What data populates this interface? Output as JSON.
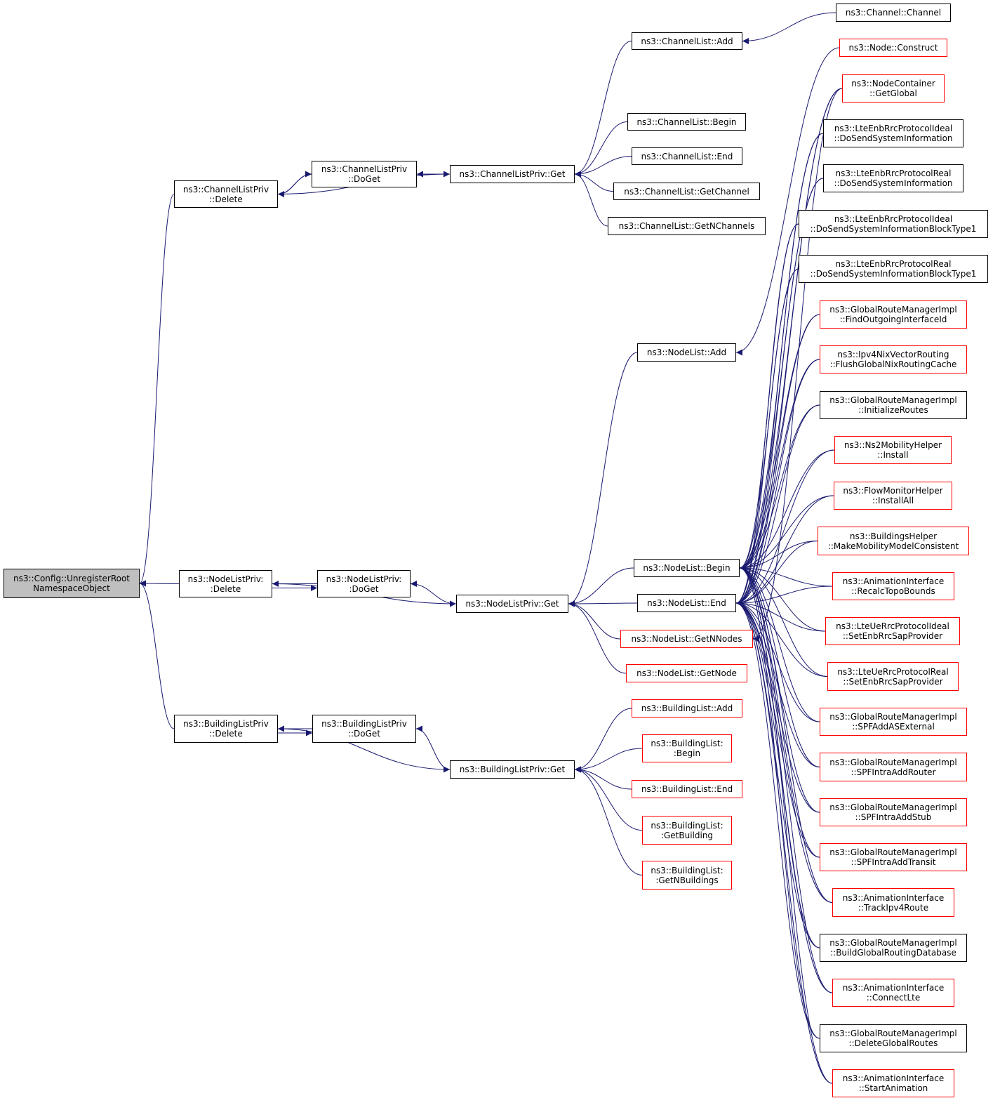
{
  "diagram": {
    "type": "call-graph",
    "colors": {
      "edge": "#191970",
      "node_border": "#000000",
      "node_border_incomplete": "#ff0000",
      "root_fill": "#bfbfbf",
      "background": "#ffffff"
    },
    "nodes": [
      {
        "id": "root",
        "lines": [
          "ns3::Config::UnregisterRoot",
          "NamespaceObject"
        ],
        "style": "grey"
      },
      {
        "id": "clp_delete",
        "lines": [
          "ns3::ChannelListPriv",
          "::Delete"
        ],
        "style": "black"
      },
      {
        "id": "nlp_delete",
        "lines": [
          "ns3::NodeListPriv:",
          ":Delete"
        ],
        "style": "black"
      },
      {
        "id": "blp_delete",
        "lines": [
          "ns3::BuildingListPriv",
          "::Delete"
        ],
        "style": "black"
      },
      {
        "id": "clp_doget",
        "lines": [
          "ns3::ChannelListPriv",
          "::DoGet"
        ],
        "style": "black"
      },
      {
        "id": "nlp_doget",
        "lines": [
          "ns3::NodeListPriv:",
          ":DoGet"
        ],
        "style": "black"
      },
      {
        "id": "blp_doget",
        "lines": [
          "ns3::BuildingListPriv",
          "::DoGet"
        ],
        "style": "black"
      },
      {
        "id": "clp_get",
        "lines": [
          "ns3::ChannelListPriv::Get"
        ],
        "style": "black"
      },
      {
        "id": "nlp_get",
        "lines": [
          "ns3::NodeListPriv::Get"
        ],
        "style": "black"
      },
      {
        "id": "blp_get",
        "lines": [
          "ns3::BuildingListPriv::Get"
        ],
        "style": "black"
      },
      {
        "id": "cl_add",
        "lines": [
          "ns3::ChannelList::Add"
        ],
        "style": "black"
      },
      {
        "id": "cl_begin",
        "lines": [
          "ns3::ChannelList::Begin"
        ],
        "style": "black"
      },
      {
        "id": "cl_end",
        "lines": [
          "ns3::ChannelList::End"
        ],
        "style": "black"
      },
      {
        "id": "cl_getchannel",
        "lines": [
          "ns3::ChannelList::GetChannel"
        ],
        "style": "black"
      },
      {
        "id": "cl_getn",
        "lines": [
          "ns3::ChannelList::GetNChannels"
        ],
        "style": "black"
      },
      {
        "id": "nl_add",
        "lines": [
          "ns3::NodeList::Add"
        ],
        "style": "black"
      },
      {
        "id": "nl_begin",
        "lines": [
          "ns3::NodeList::Begin"
        ],
        "style": "black"
      },
      {
        "id": "nl_end",
        "lines": [
          "ns3::NodeList::End"
        ],
        "style": "black"
      },
      {
        "id": "nl_getn",
        "lines": [
          "ns3::NodeList::GetNNodes"
        ],
        "style": "red"
      },
      {
        "id": "nl_getnode",
        "lines": [
          "ns3::NodeList::GetNode"
        ],
        "style": "red"
      },
      {
        "id": "bl_add",
        "lines": [
          "ns3::BuildingList::Add"
        ],
        "style": "red"
      },
      {
        "id": "bl_begin",
        "lines": [
          "ns3::BuildingList:",
          ":Begin"
        ],
        "style": "red"
      },
      {
        "id": "bl_end",
        "lines": [
          "ns3::BuildingList::End"
        ],
        "style": "red"
      },
      {
        "id": "bl_getbuilding",
        "lines": [
          "ns3::BuildingList:",
          ":GetBuilding"
        ],
        "style": "red"
      },
      {
        "id": "bl_getn",
        "lines": [
          "ns3::BuildingList:",
          ":GetNBuildings"
        ],
        "style": "red"
      },
      {
        "id": "channel_channel",
        "lines": [
          "ns3::Channel::Channel"
        ],
        "style": "black"
      },
      {
        "id": "node_construct",
        "lines": [
          "ns3::Node::Construct"
        ],
        "style": "red"
      },
      {
        "id": "nodecontainer_getglobal",
        "lines": [
          "ns3::NodeContainer",
          "::GetGlobal"
        ],
        "style": "red"
      },
      {
        "id": "r1",
        "lines": [
          "ns3::LteEnbRrcProtocolIdeal",
          "::DoSendSystemInformation"
        ],
        "style": "black"
      },
      {
        "id": "r2",
        "lines": [
          "ns3::LteEnbRrcProtocolReal",
          "::DoSendSystemInformation"
        ],
        "style": "black"
      },
      {
        "id": "r3",
        "lines": [
          "ns3::LteEnbRrcProtocolIdeal",
          "::DoSendSystemInformationBlockType1"
        ],
        "style": "black"
      },
      {
        "id": "r4",
        "lines": [
          "ns3::LteEnbRrcProtocolReal",
          "::DoSendSystemInformationBlockType1"
        ],
        "style": "black"
      },
      {
        "id": "r5",
        "lines": [
          "ns3::GlobalRouteManagerImpl",
          "::FindOutgoingInterfaceId"
        ],
        "style": "red"
      },
      {
        "id": "r6",
        "lines": [
          "ns3::Ipv4NixVectorRouting",
          "::FlushGlobalNixRoutingCache"
        ],
        "style": "red"
      },
      {
        "id": "r7",
        "lines": [
          "ns3::GlobalRouteManagerImpl",
          "::InitializeRoutes"
        ],
        "style": "black"
      },
      {
        "id": "r8",
        "lines": [
          "ns3::Ns2MobilityHelper",
          "::Install"
        ],
        "style": "red"
      },
      {
        "id": "r9",
        "lines": [
          "ns3::FlowMonitorHelper",
          "::InstallAll"
        ],
        "style": "red"
      },
      {
        "id": "r10",
        "lines": [
          "ns3::BuildingsHelper",
          "::MakeMobilityModelConsistent"
        ],
        "style": "red"
      },
      {
        "id": "r11",
        "lines": [
          "ns3::AnimationInterface",
          "::RecalcTopoBounds"
        ],
        "style": "red"
      },
      {
        "id": "r12",
        "lines": [
          "ns3::LteUeRrcProtocolIdeal",
          "::SetEnbRrcSapProvider"
        ],
        "style": "red"
      },
      {
        "id": "r13",
        "lines": [
          "ns3::LteUeRrcProtocolReal",
          "::SetEnbRrcSapProvider"
        ],
        "style": "red"
      },
      {
        "id": "r14",
        "lines": [
          "ns3::GlobalRouteManagerImpl",
          "::SPFAddASExternal"
        ],
        "style": "red"
      },
      {
        "id": "r15",
        "lines": [
          "ns3::GlobalRouteManagerImpl",
          "::SPFIntraAddRouter"
        ],
        "style": "red"
      },
      {
        "id": "r16",
        "lines": [
          "ns3::GlobalRouteManagerImpl",
          "::SPFIntraAddStub"
        ],
        "style": "red"
      },
      {
        "id": "r17",
        "lines": [
          "ns3::GlobalRouteManagerImpl",
          "::SPFIntraAddTransit"
        ],
        "style": "red"
      },
      {
        "id": "r18",
        "lines": [
          "ns3::AnimationInterface",
          "::TrackIpv4Route"
        ],
        "style": "red"
      },
      {
        "id": "r19",
        "lines": [
          "ns3::GlobalRouteManagerImpl",
          "::BuildGlobalRoutingDatabase"
        ],
        "style": "black"
      },
      {
        "id": "r20",
        "lines": [
          "ns3::AnimationInterface",
          "::ConnectLte"
        ],
        "style": "red"
      },
      {
        "id": "r21",
        "lines": [
          "ns3::GlobalRouteManagerImpl",
          "::DeleteGlobalRoutes"
        ],
        "style": "black"
      },
      {
        "id": "r22",
        "lines": [
          "ns3::AnimationInterface",
          "::StartAnimation"
        ],
        "style": "red"
      }
    ],
    "edges": [
      [
        "clp_delete",
        "root"
      ],
      [
        "nlp_delete",
        "root"
      ],
      [
        "blp_delete",
        "root"
      ],
      [
        "clp_doget",
        "clp_delete"
      ],
      [
        "clp_delete",
        "clp_doget"
      ],
      [
        "clp_delete",
        "clp_get"
      ],
      [
        "clp_get",
        "clp_doget"
      ],
      [
        "cl_add",
        "clp_get"
      ],
      [
        "cl_begin",
        "clp_get"
      ],
      [
        "cl_end",
        "clp_get"
      ],
      [
        "cl_getchannel",
        "clp_get"
      ],
      [
        "cl_getn",
        "clp_get"
      ],
      [
        "channel_channel",
        "cl_add"
      ],
      [
        "nlp_doget",
        "nlp_delete"
      ],
      [
        "nlp_delete",
        "nlp_doget"
      ],
      [
        "nlp_delete",
        "nlp_get"
      ],
      [
        "nlp_get",
        "nlp_doget"
      ],
      [
        "nl_add",
        "nlp_get"
      ],
      [
        "nl_begin",
        "nlp_get"
      ],
      [
        "nl_end",
        "nlp_get"
      ],
      [
        "nl_getn",
        "nlp_get"
      ],
      [
        "nl_getnode",
        "nlp_get"
      ],
      [
        "node_construct",
        "nl_add"
      ],
      [
        "blp_doget",
        "blp_delete"
      ],
      [
        "blp_delete",
        "blp_doget"
      ],
      [
        "blp_delete",
        "blp_get"
      ],
      [
        "blp_get",
        "blp_doget"
      ],
      [
        "bl_add",
        "blp_get"
      ],
      [
        "bl_begin",
        "blp_get"
      ],
      [
        "bl_end",
        "blp_get"
      ],
      [
        "bl_getbuilding",
        "blp_get"
      ],
      [
        "bl_getn",
        "blp_get"
      ],
      [
        "nodecontainer_getglobal",
        "nl_begin"
      ],
      [
        "nodecontainer_getglobal",
        "nl_end"
      ],
      [
        "nodecontainer_getglobal",
        "nl_getn"
      ],
      [
        "r1",
        "nl_begin"
      ],
      [
        "r1",
        "nl_end"
      ],
      [
        "r2",
        "nl_begin"
      ],
      [
        "r2",
        "nl_end"
      ],
      [
        "r3",
        "nl_begin"
      ],
      [
        "r3",
        "nl_end"
      ],
      [
        "r4",
        "nl_begin"
      ],
      [
        "r4",
        "nl_end"
      ],
      [
        "r5",
        "nl_begin"
      ],
      [
        "r5",
        "nl_end"
      ],
      [
        "r6",
        "nl_begin"
      ],
      [
        "r6",
        "nl_end"
      ],
      [
        "r7",
        "nl_begin"
      ],
      [
        "r7",
        "nl_end"
      ],
      [
        "r8",
        "nl_begin"
      ],
      [
        "r8",
        "nl_end"
      ],
      [
        "r9",
        "nl_begin"
      ],
      [
        "r9",
        "nl_end"
      ],
      [
        "r10",
        "nl_begin"
      ],
      [
        "r10",
        "nl_end"
      ],
      [
        "r11",
        "nl_begin"
      ],
      [
        "r11",
        "nl_end"
      ],
      [
        "r12",
        "nl_begin"
      ],
      [
        "r12",
        "nl_end"
      ],
      [
        "r13",
        "nl_begin"
      ],
      [
        "r13",
        "nl_end"
      ],
      [
        "r14",
        "nl_begin"
      ],
      [
        "r14",
        "nl_end"
      ],
      [
        "r15",
        "nl_begin"
      ],
      [
        "r15",
        "nl_end"
      ],
      [
        "r16",
        "nl_begin"
      ],
      [
        "r16",
        "nl_end"
      ],
      [
        "r17",
        "nl_begin"
      ],
      [
        "r17",
        "nl_end"
      ],
      [
        "r18",
        "nl_begin"
      ],
      [
        "r18",
        "nl_end"
      ],
      [
        "r19",
        "nl_begin"
      ],
      [
        "r19",
        "nl_end"
      ],
      [
        "r20",
        "nl_begin"
      ],
      [
        "r20",
        "nl_end"
      ],
      [
        "r21",
        "nl_begin"
      ],
      [
        "r21",
        "nl_end"
      ],
      [
        "r22",
        "nl_begin"
      ],
      [
        "r22",
        "nl_end"
      ]
    ]
  }
}
